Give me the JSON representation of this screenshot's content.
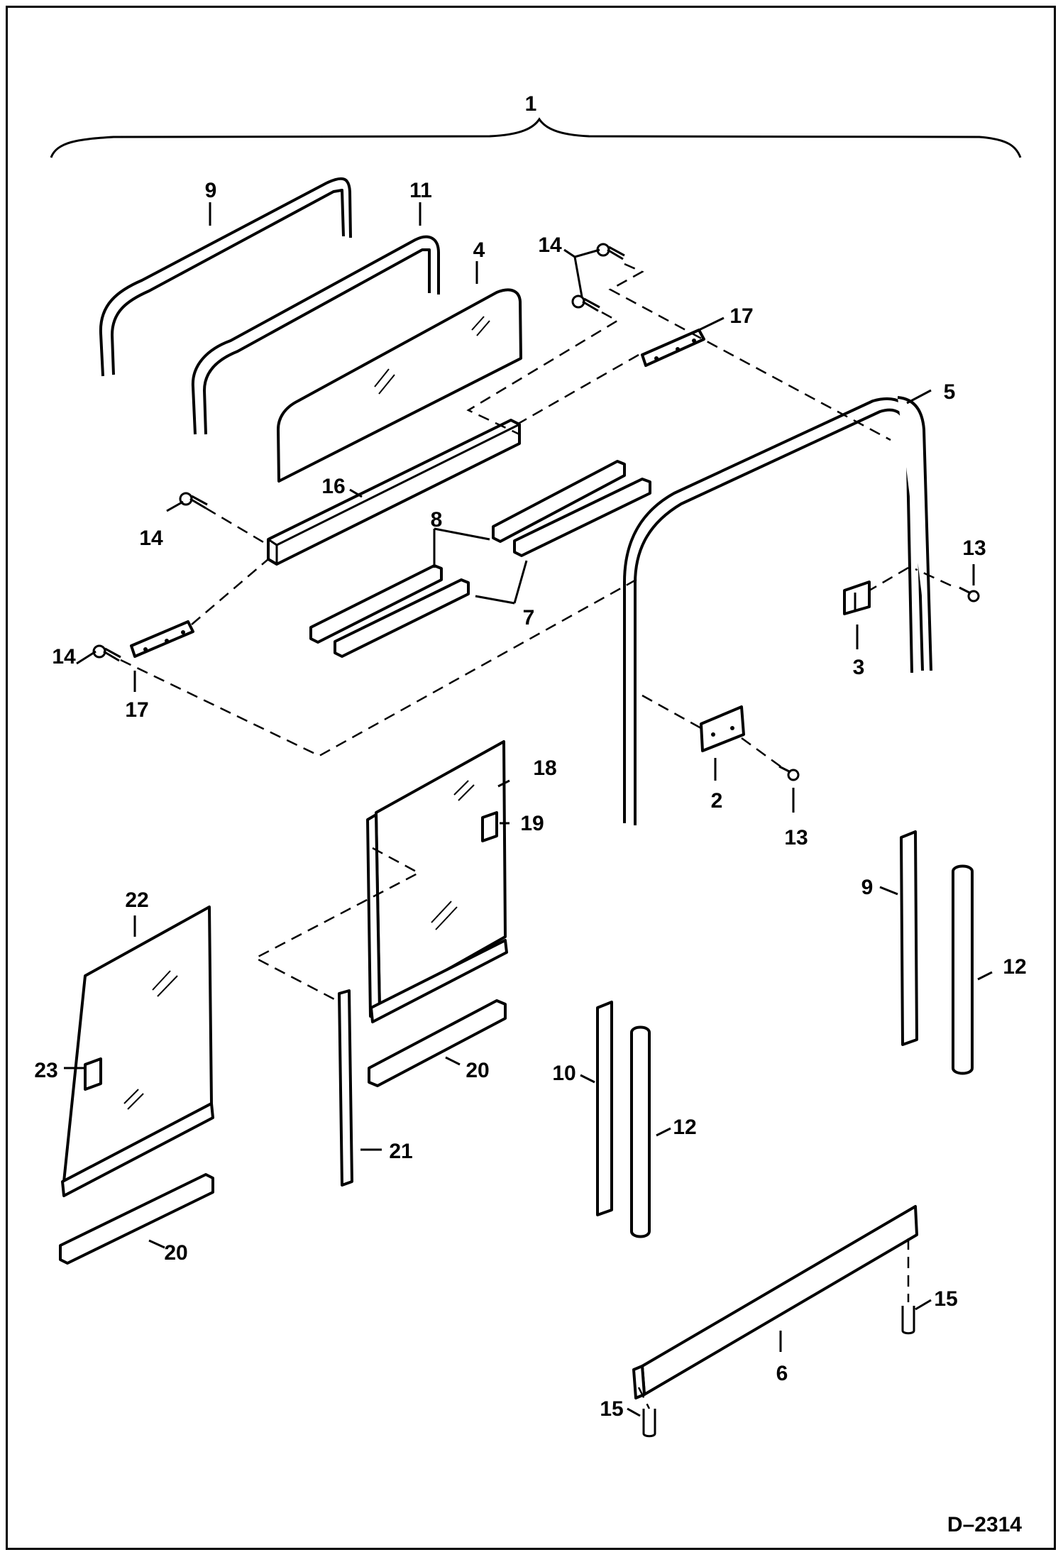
{
  "diagram": {
    "drawing_code": "D–2314",
    "callouts": [
      {
        "id": "c1",
        "text": "1"
      },
      {
        "id": "c9a",
        "text": "9"
      },
      {
        "id": "c11",
        "text": "11"
      },
      {
        "id": "c4",
        "text": "4"
      },
      {
        "id": "c14a",
        "text": "14"
      },
      {
        "id": "c17a",
        "text": "17"
      },
      {
        "id": "c5",
        "text": "5"
      },
      {
        "id": "c16",
        "text": "16"
      },
      {
        "id": "c14b",
        "text": "14"
      },
      {
        "id": "c8",
        "text": "8"
      },
      {
        "id": "c13a",
        "text": "13"
      },
      {
        "id": "c7",
        "text": "7"
      },
      {
        "id": "c14c",
        "text": "14"
      },
      {
        "id": "c3",
        "text": "3"
      },
      {
        "id": "c17b",
        "text": "17"
      },
      {
        "id": "c18",
        "text": "18"
      },
      {
        "id": "c2",
        "text": "2"
      },
      {
        "id": "c19",
        "text": "19"
      },
      {
        "id": "c13b",
        "text": "13"
      },
      {
        "id": "c22",
        "text": "22"
      },
      {
        "id": "c9b",
        "text": "9"
      },
      {
        "id": "c12a",
        "text": "12"
      },
      {
        "id": "c23",
        "text": "23"
      },
      {
        "id": "c20a",
        "text": "20"
      },
      {
        "id": "c10",
        "text": "10"
      },
      {
        "id": "c12b",
        "text": "12"
      },
      {
        "id": "c21",
        "text": "21"
      },
      {
        "id": "c20b",
        "text": "20"
      },
      {
        "id": "c15a",
        "text": "15"
      },
      {
        "id": "c6",
        "text": "6"
      },
      {
        "id": "c15b",
        "text": "15"
      }
    ]
  }
}
